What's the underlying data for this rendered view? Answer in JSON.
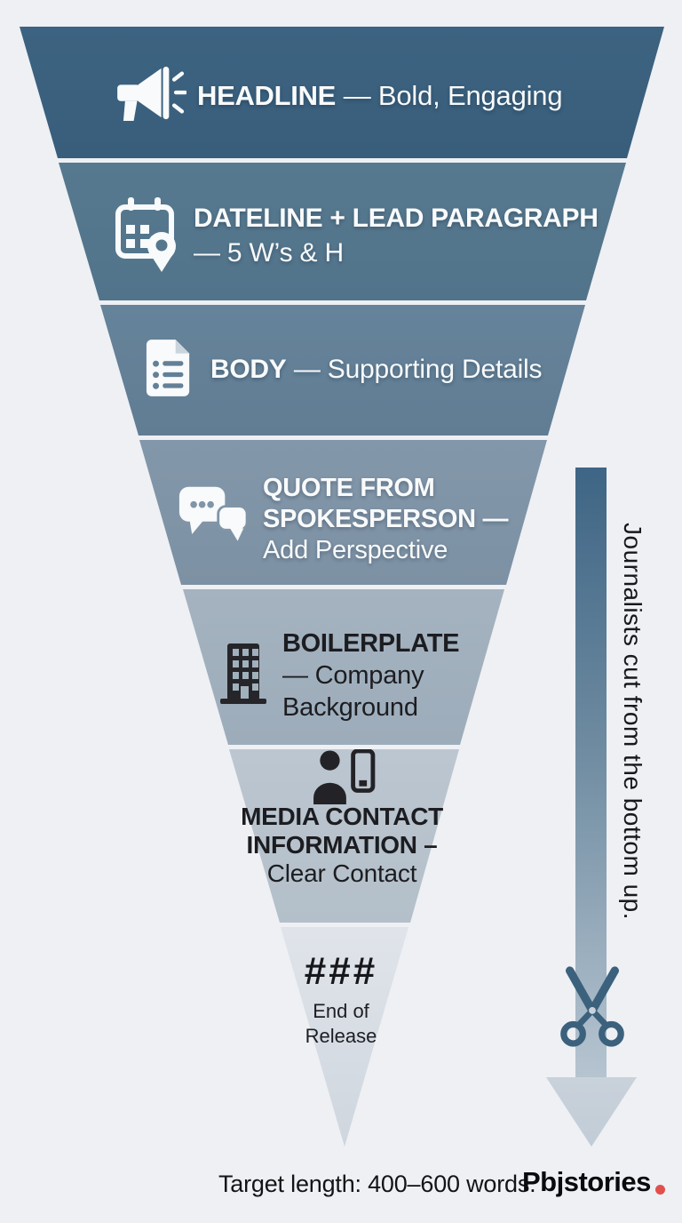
{
  "page": {
    "background": "#eef0f4"
  },
  "funnel": {
    "sections": [
      {
        "name": "headline",
        "icon": "megaphone-icon",
        "title": "HEADLINE",
        "desc": "— Bold, Engaging",
        "fill": "#3b6180",
        "text_color": "#ffffff"
      },
      {
        "name": "dateline",
        "icon": "calendar-pin-icon",
        "title": "DATELINE + LEAD PARAGRAPH",
        "desc": "— 5 W’s & H",
        "fill": "#55778e",
        "text_color": "#ffffff"
      },
      {
        "name": "body",
        "icon": "document-list-icon",
        "title": "BODY",
        "desc": "— Supporting Details",
        "fill": "#638097",
        "text_color": "#ffffff"
      },
      {
        "name": "quote",
        "icon": "speech-bubbles-icon",
        "lines": [
          "QUOTE FROM",
          "SPOKESPERSON —",
          "Add Perspective"
        ],
        "fill": "#8095a8",
        "text_color": "#ffffff"
      },
      {
        "name": "boilerplate",
        "icon": "building-icon",
        "lines": [
          "BOILERPLATE",
          "— Company",
          "Background"
        ],
        "fill": "#a1b0bd",
        "text_color": "#1c1d21"
      },
      {
        "name": "media-contact",
        "icon": "person-phone-icon",
        "lines": [
          "MEDIA CONTACT",
          "INFORMATION –",
          "Clear Contact"
        ],
        "fill": "#b8c3cd",
        "text_color": "#1c1d21"
      },
      {
        "name": "end-of-release",
        "hashes": "###",
        "lines": [
          "End of",
          "Release"
        ],
        "fill": "#d8dee5",
        "text_color": "#1c1d21"
      }
    ]
  },
  "annotation": {
    "arrow_text": "Journalists cut from the bottom up.",
    "scissors_icon": "scissors-icon",
    "arrow_top_color": "#3e6585",
    "arrow_bottom_color": "#c2ccd6",
    "scissors_color": "#3b617d"
  },
  "footer": {
    "note": "Target length: 400–600 words.",
    "brand": "Pbjstories",
    "dot_color": "#e2504c"
  }
}
